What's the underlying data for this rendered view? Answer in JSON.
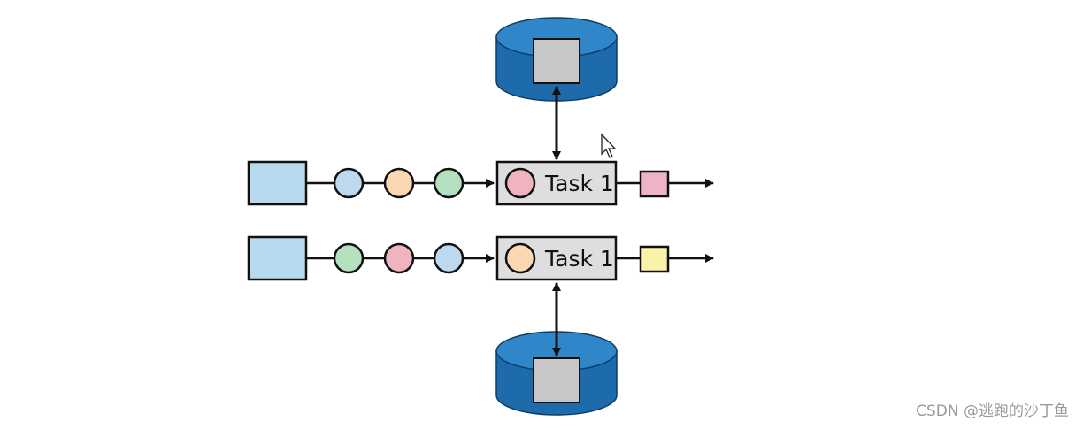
{
  "diagram": {
    "tasks": [
      {
        "label": "Task 1",
        "state_color": "#f0b4c0",
        "inputs": [
          "#bcd9ef",
          "#fbd8b2",
          "#b4e0c0"
        ],
        "output_color": "#ecb4c4"
      },
      {
        "label": "Task 1",
        "state_color": "#fbd8b2",
        "inputs": [
          "#b4e0c0",
          "#f0b4c0",
          "#bcd9ef"
        ],
        "output_color": "#f8f3a8"
      }
    ],
    "colors": {
      "source": "#b6d9ee",
      "task_box": "#dedede",
      "store_body": "#1d6bab",
      "store_top": "#2f86c8",
      "store_item": "#c7c7c7"
    }
  },
  "watermark": "CSDN @逃跑的沙丁鱼"
}
